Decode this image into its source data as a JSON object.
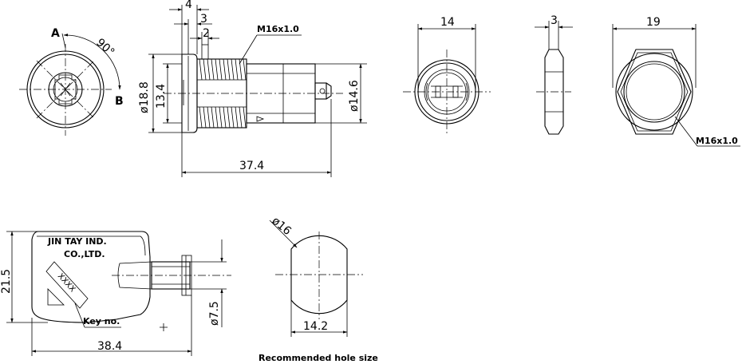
{
  "front_view": {
    "angle_label": "90°",
    "point_a": "A",
    "point_b": "B"
  },
  "side_view": {
    "dim_flange_width": "4",
    "dim_flat_width": "3",
    "dim_small": "2",
    "dim_outer_dia": "ø18.8",
    "dim_flange_height": "13.4",
    "dim_body_dia": "ø14.6",
    "dim_total_length": "37.4",
    "thread_callout": "M16x1.0"
  },
  "rear_view": {
    "dim_width": "14"
  },
  "nut_side": {
    "dim_thickness": "3"
  },
  "nut_front": {
    "dim_width": "19",
    "thread_callout": "M16x1.0"
  },
  "key": {
    "brand_line1": "JIN TAY IND.",
    "brand_line2": "CO.,LTD.",
    "engraving": "XXXX",
    "key_no_label": "Key no.",
    "dim_height": "21.5",
    "dim_blade_dia": "ø7.5",
    "dim_length": "38.4"
  },
  "hole": {
    "dim_dia": "ø16",
    "dim_flat": "14.2",
    "caption": "Recommended hole size"
  }
}
